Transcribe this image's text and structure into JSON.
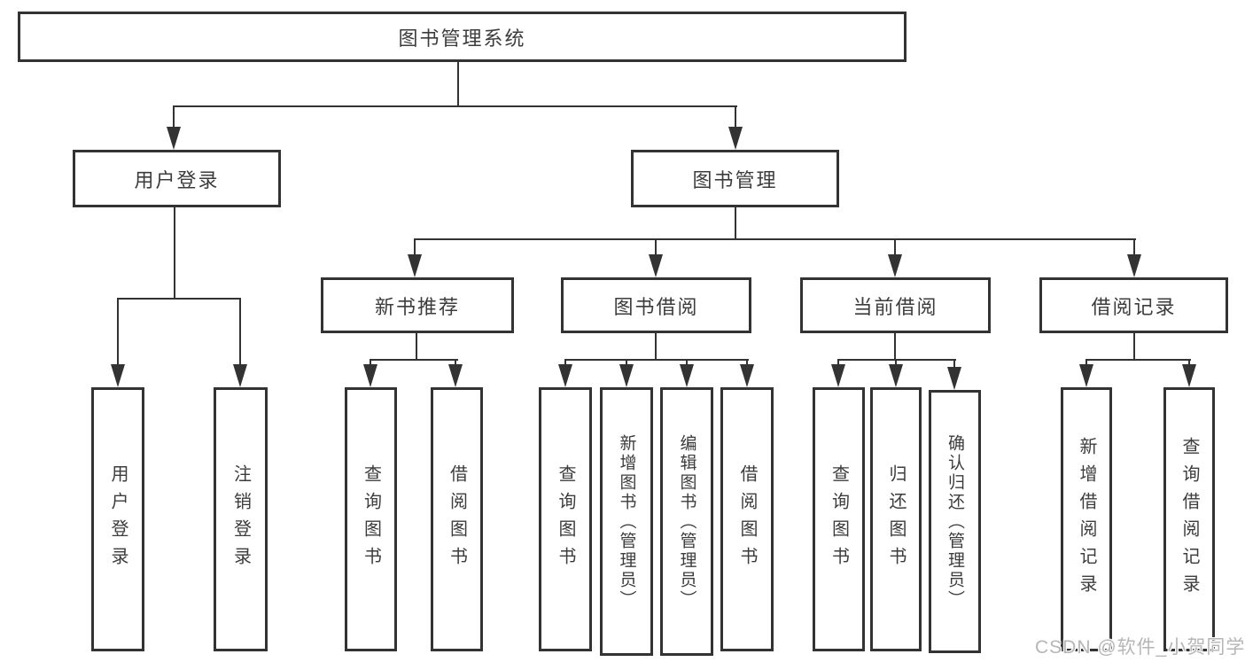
{
  "diagram_type": "hierarchy-tree",
  "tree": {
    "label": "图书管理系统",
    "children": [
      {
        "label": "用户登录",
        "children": [
          {
            "label": "用户登录"
          },
          {
            "label": "注销登录"
          }
        ]
      },
      {
        "label": "图书管理",
        "children": [
          {
            "label": "新书推荐",
            "children": [
              {
                "label": "查询图书"
              },
              {
                "label": "借阅图书"
              }
            ]
          },
          {
            "label": "图书借阅",
            "children": [
              {
                "label": "查询图书"
              },
              {
                "label": "新增图书（管理员）"
              },
              {
                "label": "编辑图书（管理员）"
              },
              {
                "label": "借阅图书"
              }
            ]
          },
          {
            "label": "当前借阅",
            "children": [
              {
                "label": "查询图书"
              },
              {
                "label": "归还图书"
              },
              {
                "label": "确认归还（管理员）"
              }
            ]
          },
          {
            "label": "借阅记录",
            "children": [
              {
                "label": "新增借阅记录"
              },
              {
                "label": "查询借阅记录"
              }
            ]
          }
        ]
      }
    ]
  },
  "watermark": "CSDN @软件_小贺同学",
  "colors": {
    "line": "#333333",
    "box_border": "#333333",
    "text": "#3c3c3c",
    "background": "#ffffff",
    "watermark": "#b6b6b6"
  }
}
